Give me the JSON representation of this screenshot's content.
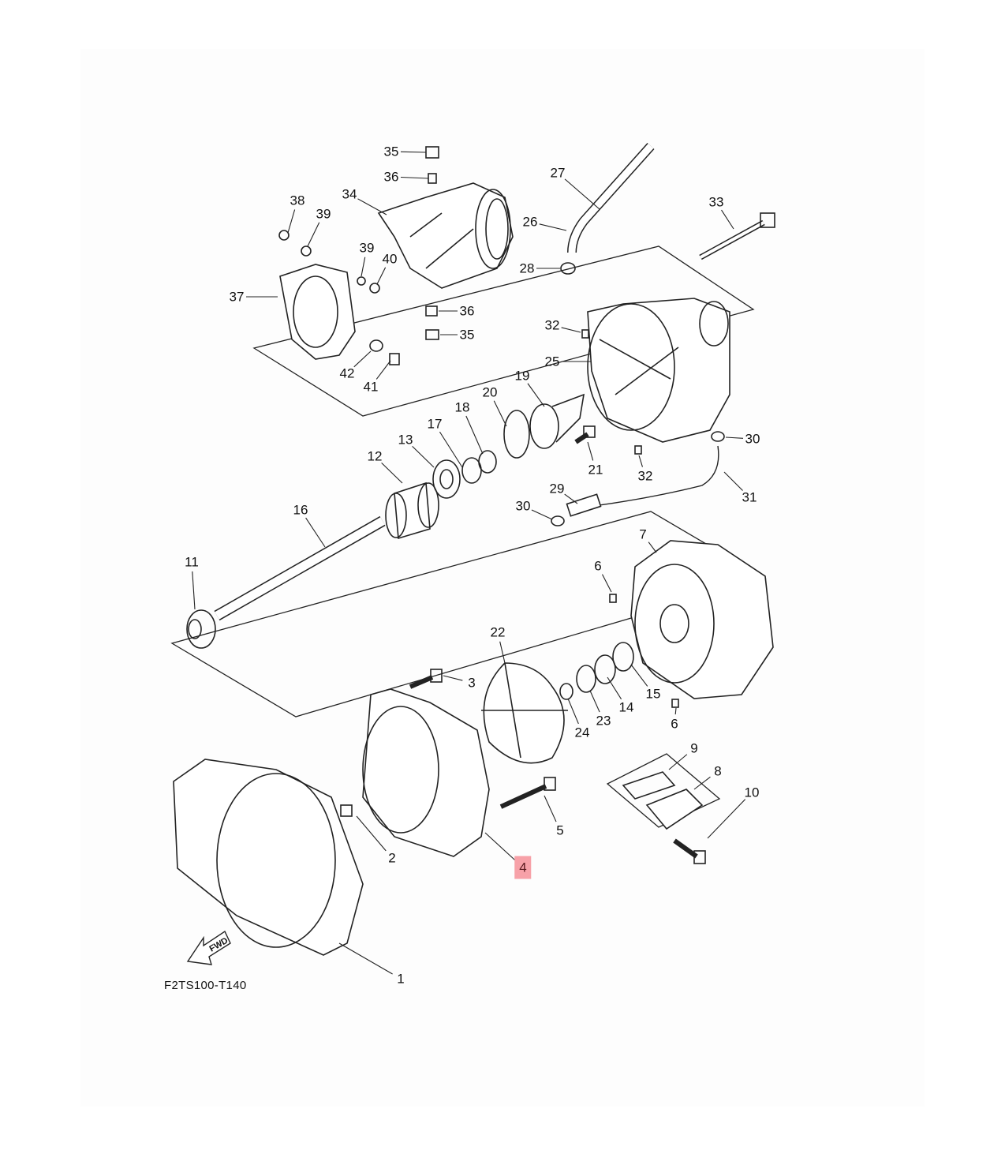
{
  "diagram": {
    "code": "F2TS100-T140",
    "direction_arrow": "FWD",
    "highlight_color": "#f7a1a8",
    "highlighted_part": "4",
    "callouts": [
      "35",
      "36",
      "34",
      "38",
      "39",
      "37",
      "39",
      "40",
      "36",
      "35",
      "42",
      "41",
      "27",
      "26",
      "28",
      "33",
      "32",
      "25",
      "19",
      "20",
      "18",
      "17",
      "13",
      "12",
      "16",
      "11",
      "21",
      "32",
      "30",
      "31",
      "29",
      "30",
      "7",
      "6",
      "22",
      "3",
      "15",
      "14",
      "23",
      "24",
      "6",
      "9",
      "8",
      "10",
      "5",
      "2",
      "4",
      "1"
    ]
  }
}
